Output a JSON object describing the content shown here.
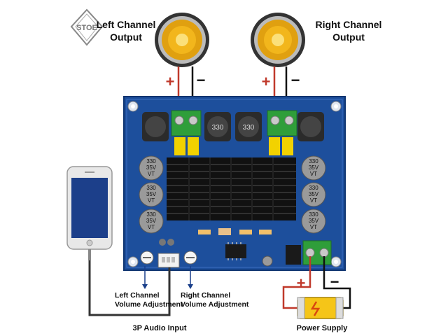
{
  "labels": {
    "left_output": "Left Channel\nOutput",
    "right_output": "Right Channel\nOutput",
    "left_volume": "Left Channel\nVolume Adjustment",
    "right_volume": "Right Channel\nVolume Adjustment",
    "audio_input": "3P Audio Input",
    "power_supply": "Power Supply",
    "plus": "+",
    "minus": "−"
  },
  "board": {
    "inductor_codes": [
      "330",
      "330"
    ],
    "capacitor_labels": [
      "330\n35V\nVT",
      "330\n35V\nVT",
      "330\n35V\nVT",
      "330\n35V\nVT",
      "330\n35V\nVT",
      "330\n35V\nVT"
    ]
  },
  "logo_text": "STOE",
  "colors": {
    "board": "#1d4f9c",
    "heatsink": "#111111",
    "terminal": "#2f9e3a",
    "positive_wire": "#c0392b",
    "negative_wire": "#111111",
    "speaker_cone": "#f2b61c",
    "battery": "#f5c518"
  }
}
